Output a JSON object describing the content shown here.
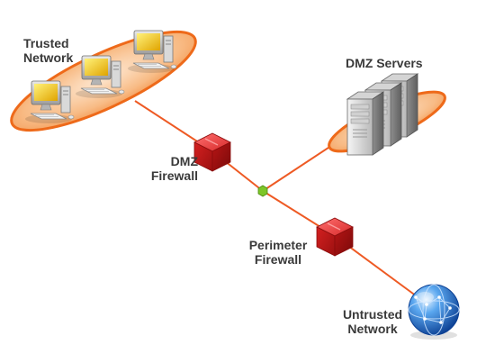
{
  "labels": {
    "trusted_network": [
      "Trusted",
      "Network"
    ],
    "dmz_firewall": [
      "DMZ",
      "Firewall"
    ],
    "perimeter_firewall": [
      "Perimeter",
      "Firewall"
    ],
    "dmz_servers": "DMZ Servers",
    "untrusted_network": [
      "Untrusted",
      "Network"
    ]
  },
  "colors": {
    "link_line": "#ee5a24",
    "zone_fill": "#f7b27a",
    "zone_stroke": "#ee6a1a",
    "firewall": "#c91e1e",
    "junction": "#7cc628",
    "globe": "#1d66c4"
  },
  "icons": [
    "computer-icon",
    "server-icon",
    "firewall-icon",
    "globe-icon",
    "junction-node"
  ]
}
